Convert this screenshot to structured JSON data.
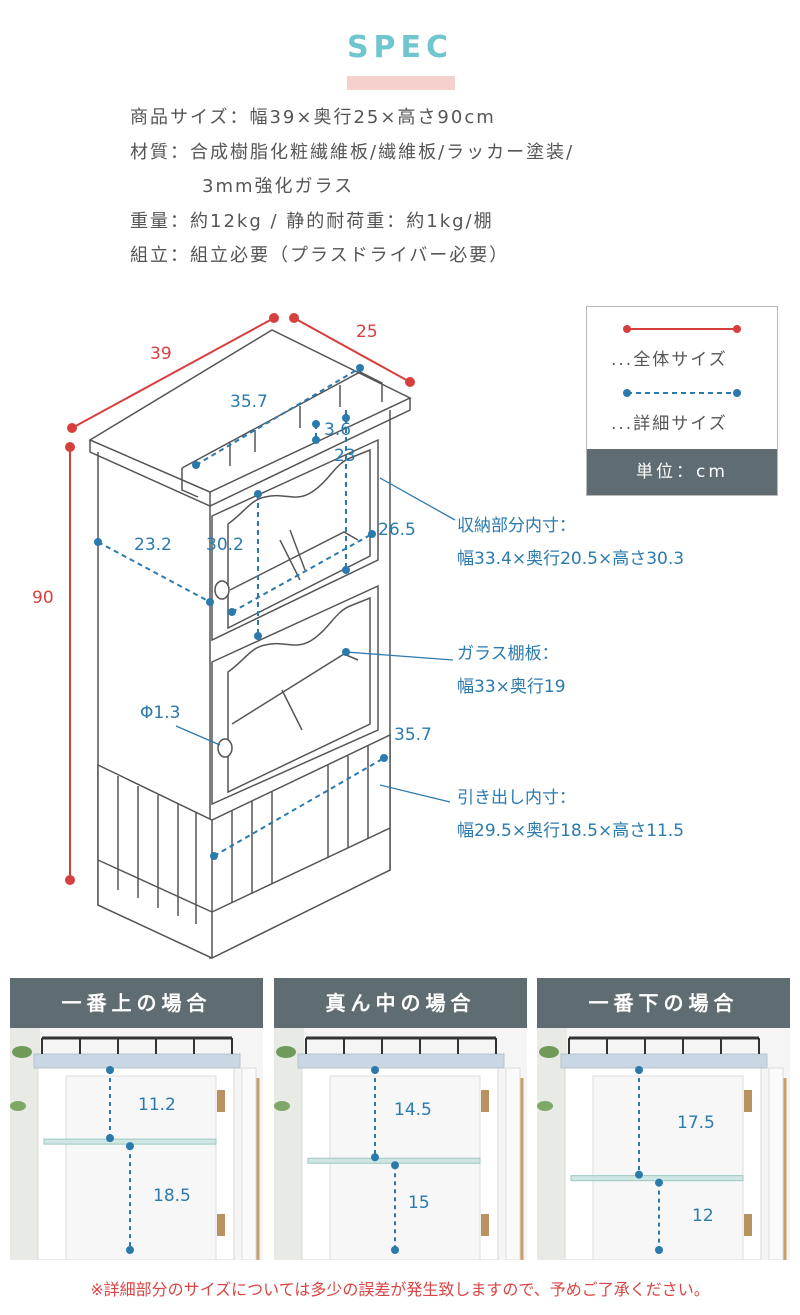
{
  "heading": "SPEC",
  "specs": {
    "size": "商品サイズ：幅39×奥行25×高さ90cm",
    "material_1": "材質：合成樹脂化粧繊維板/繊維板/ラッカー塗装/",
    "material_2": "3mm強化ガラス",
    "weight": "重量：約12kg / 静的耐荷重：約1kg/棚",
    "assembly": "組立：組立必要（プラスドライバー必要）"
  },
  "legend": {
    "overall": "...全体サイズ",
    "detail": "...詳細サイズ",
    "unit": "単位：cm",
    "colors": {
      "overall": "#d73f3f",
      "detail": "#2a7aae"
    }
  },
  "dims": {
    "width": "39",
    "depth": "25",
    "height": "90",
    "rail_width": "35.7",
    "rail_height": "3.6",
    "glass_depth": "23",
    "inner_depth": "23.2",
    "inner_height": "30.2",
    "inner_height2": "26.5",
    "knob": "Φ1.3",
    "drawer_width": "35.7"
  },
  "notes": {
    "storage_title": "収納部分内寸：",
    "storage_value": "幅33.4×奥行20.5×高さ30.3",
    "shelf_title": "ガラス棚板：",
    "shelf_value": "幅33×奥行19",
    "drawer_title": "引き出し内寸：",
    "drawer_value": "幅29.5×奥行18.5×高さ11.5"
  },
  "tiles": [
    {
      "title": "一番上の場合",
      "upper": "11.2",
      "lower": "18.5",
      "shelf_fraction": 0.38
    },
    {
      "title": "真ん中の場合",
      "upper": "14.5",
      "lower": "15",
      "shelf_fraction": 0.49
    },
    {
      "title": "一番下の場合",
      "upper": "17.5",
      "lower": "12",
      "shelf_fraction": 0.59
    }
  ],
  "footnote": "※詳細部分のサイズについては多少の誤差が発生致しますので、予めご了承ください。"
}
